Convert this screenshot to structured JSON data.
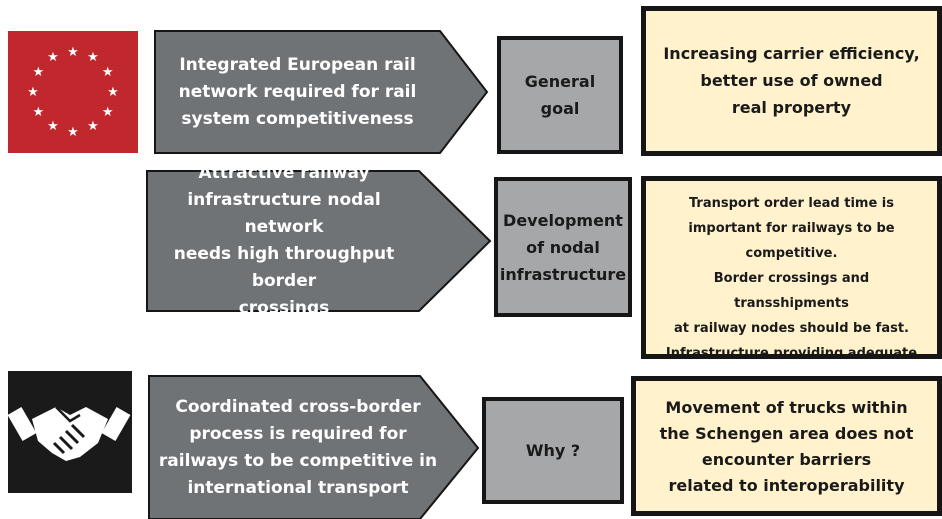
{
  "rows": [
    {
      "arrow_lines": [
        "Integrated European rail",
        "network required for rail",
        "system competitiveness"
      ],
      "label_lines": [
        "General",
        "goal"
      ],
      "result_lines": [
        "Increasing carrier efficiency,",
        "better use of owned",
        "real property"
      ]
    },
    {
      "arrow_lines": [
        "Attractive railway",
        "infrastructure nodal network",
        "needs high throughput border",
        "crossings"
      ],
      "label_lines": [
        "Development",
        "of nodal",
        "infrastructure"
      ],
      "result_lines": [
        "Transport order lead time is",
        "important for railways to be",
        "competitive.",
        "Border crossings and",
        "transshipments",
        "at railway nodes should be fast.",
        "Infrastructure providing adequate"
      ]
    },
    {
      "arrow_lines": [
        "Coordinated cross-border",
        "process is required for",
        "railways to be competitive in",
        "international transport"
      ],
      "label_lines": [
        "Why ?"
      ],
      "result_lines": [
        "Movement of trucks within",
        "the Schengen area does not",
        "encounter barriers",
        "related to interoperability"
      ]
    }
  ],
  "icons": {
    "eu_flag": "eu-flag-icon",
    "handshake": "handshake-icon"
  },
  "colors": {
    "arrow_fill": "#6f7376",
    "label_fill": "#a5a7a9",
    "result_fill": "#fff2cc",
    "flag_red": "#c0282d",
    "border": "#161616"
  }
}
